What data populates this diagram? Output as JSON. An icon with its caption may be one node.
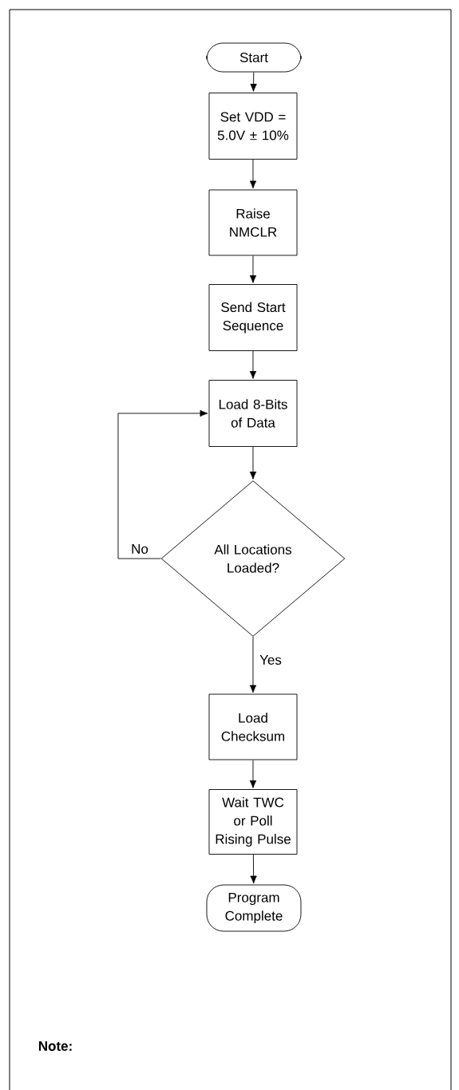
{
  "diagram": {
    "nodes": [
      {
        "text": [
          "Start"
        ]
      },
      {
        "text": [
          "Set VDD = 5.0V ± 10%"
        ]
      },
      {
        "text": [
          "Raise NMCLR"
        ]
      },
      {
        "text": [
          "Send Start Sequence"
        ]
      },
      {
        "text": [
          "Load 8-Bits of Data"
        ]
      },
      {
        "text": [
          "All Locations Loaded?"
        ]
      },
      {
        "text": [
          "Load Checksum"
        ]
      },
      {
        "text": [
          "Wait TWC or Poll Rising Pulse"
        ]
      },
      {
        "text": [
          "Program Complete"
        ]
      }
    ],
    "edges": [
      {
        "from": 0,
        "to": 1,
        "arrow": "to"
      },
      {
        "from": 1,
        "to": 2,
        "arrow": "to"
      },
      {
        "from": 2,
        "to": 3,
        "arrow": "to"
      },
      {
        "from": 3,
        "to": 4,
        "arrow": "to"
      },
      {
        "from": 4,
        "to": 5,
        "arrow": "to"
      },
      {
        "from": 5,
        "to": 6,
        "arrow": "to",
        "label": "Yes"
      },
      {
        "from": 6,
        "to": 7,
        "arrow": "to"
      },
      {
        "from": 7,
        "to": 8,
        "arrow": "to"
      },
      {
        "from": 5,
        "to": 4,
        "arrow": "to",
        "label": "No"
      }
    ],
    "labels": [
      "Note:"
    ]
  }
}
